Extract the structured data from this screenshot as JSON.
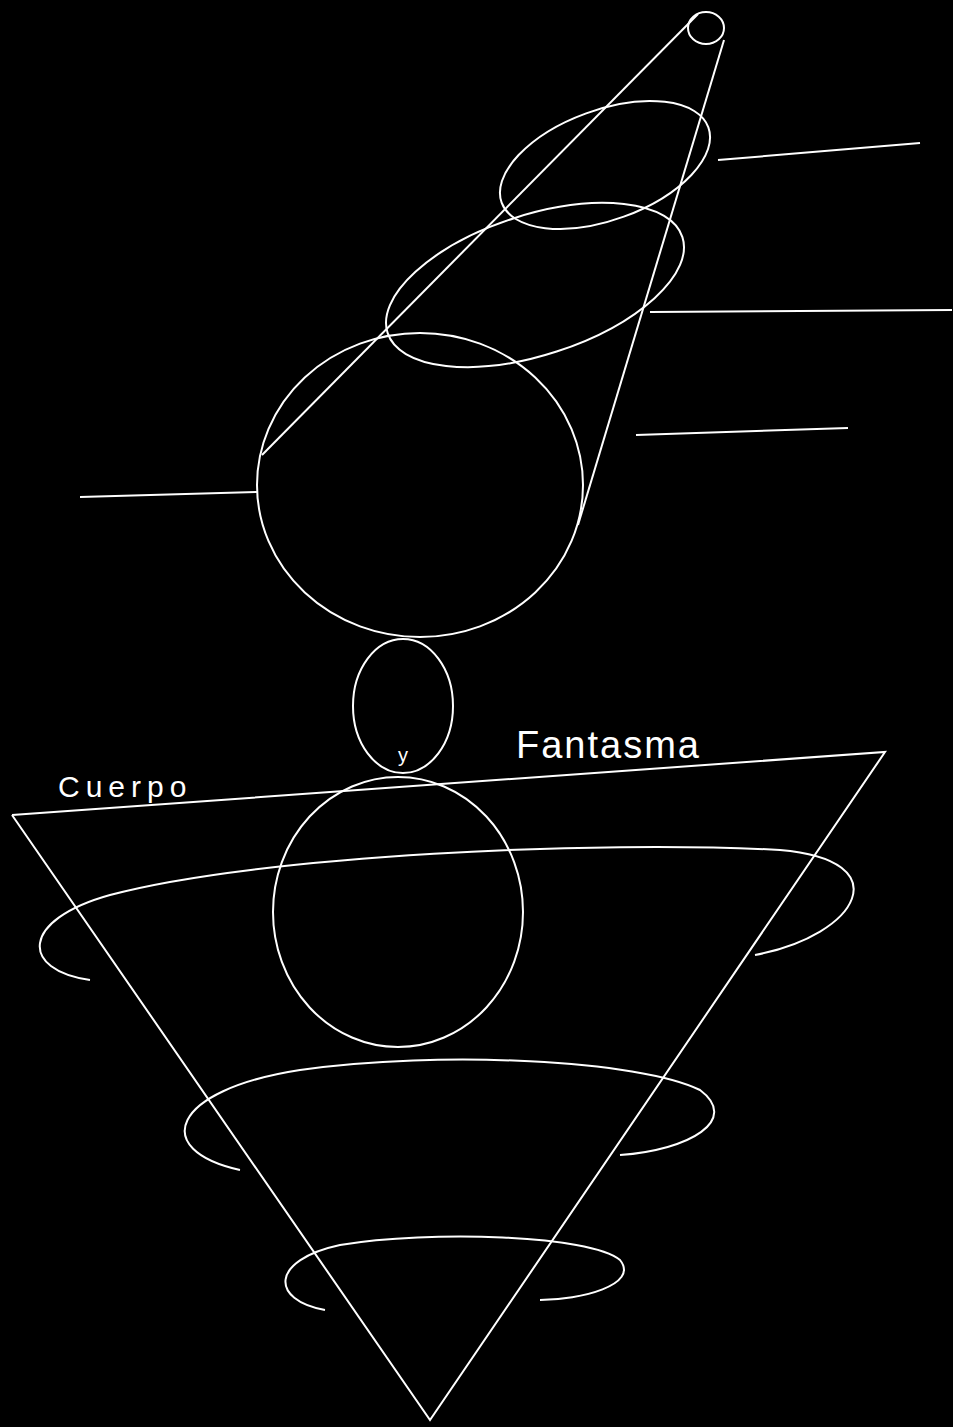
{
  "diagram": {
    "nodes": [
      {
        "text": [
          "y"
        ]
      }
    ],
    "labels": [
      "Cuerpo",
      "Fantasma"
    ]
  }
}
